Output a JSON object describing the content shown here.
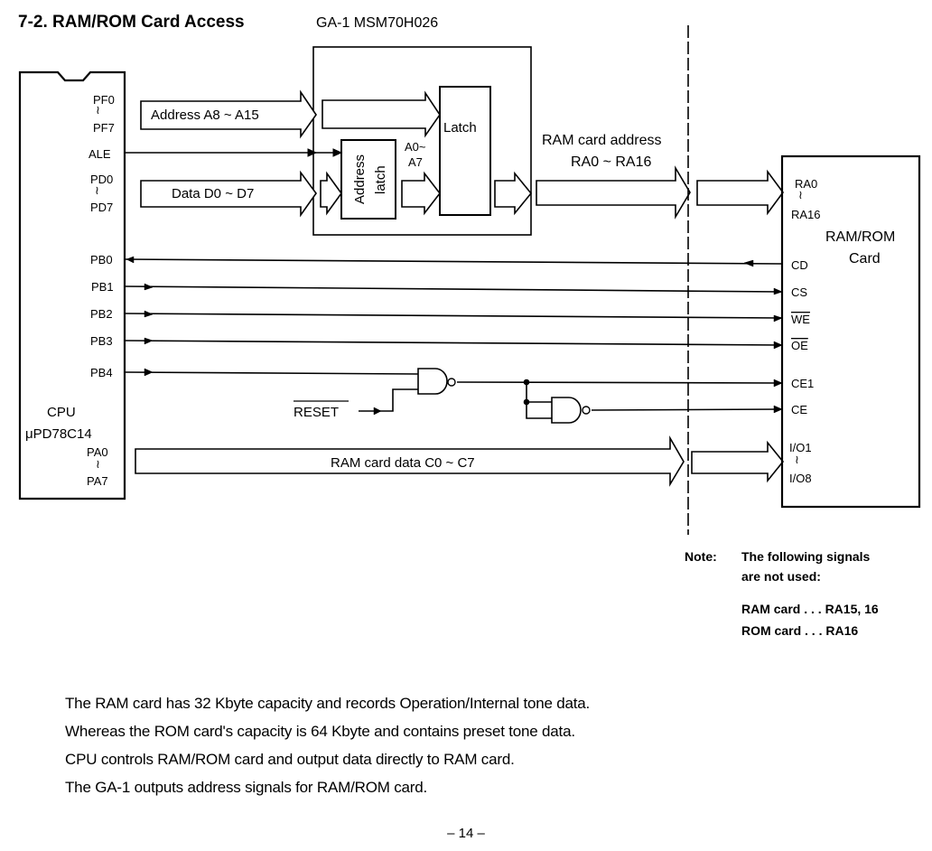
{
  "header": {
    "section_title": "7-2.  RAM/ROM Card Access",
    "chip_label": "GA-1   MSM70H026"
  },
  "cpu": {
    "name": "CPU",
    "part": "μPD78C14",
    "pins": {
      "pf0": "PF0",
      "pf7": "PF7",
      "ale": "ALE",
      "pd0": "PD0",
      "pd7": "PD7",
      "pb0": "PB0",
      "pb1": "PB1",
      "pb2": "PB2",
      "pb3": "PB3",
      "pb4": "PB4",
      "pa0": "PA0",
      "pa7": "PA7",
      "range": "≀"
    }
  },
  "ga1": {
    "latch_label": "Latch",
    "address_latch_label_1": "Address",
    "address_latch_label_2": "latch",
    "a0_a7_line1": "A0~",
    "a0_a7_line2": "A7"
  },
  "buses": {
    "address_high": "Address A8 ~ A15",
    "data": "Data D0 ~ D7",
    "ram_card_address_1": "RAM card address",
    "ram_card_address_2": "RA0 ~ RA16",
    "ram_card_data": "RAM card data C0 ~ C7"
  },
  "card": {
    "title_1": "RAM/ROM",
    "title_2": "Card",
    "pins": {
      "ra0": "RA0",
      "ra16": "RA16",
      "cd": "CD",
      "cs": "CS",
      "we": "WE",
      "oe": "OE",
      "ce1": "CE1",
      "ce": "CE",
      "io1": "I/O1",
      "io8": "I/O8",
      "range": "≀"
    }
  },
  "reset_label": "RESET",
  "note": {
    "label": "Note:",
    "line1": "The following signals",
    "line2": "are not used:",
    "line3": "RAM card . . . RA15, 16",
    "line4": "ROM card . . . RA16"
  },
  "description": [
    "The RAM card has 32 Kbyte capacity and records Operation/Internal tone data.",
    "Whereas the ROM card's capacity is 64 Kbyte and contains preset tone data.",
    "CPU controls RAM/ROM card and output data directly to RAM card.",
    "The GA-1 outputs address signals for RAM/ROM card."
  ],
  "page_number": "– 14 –"
}
